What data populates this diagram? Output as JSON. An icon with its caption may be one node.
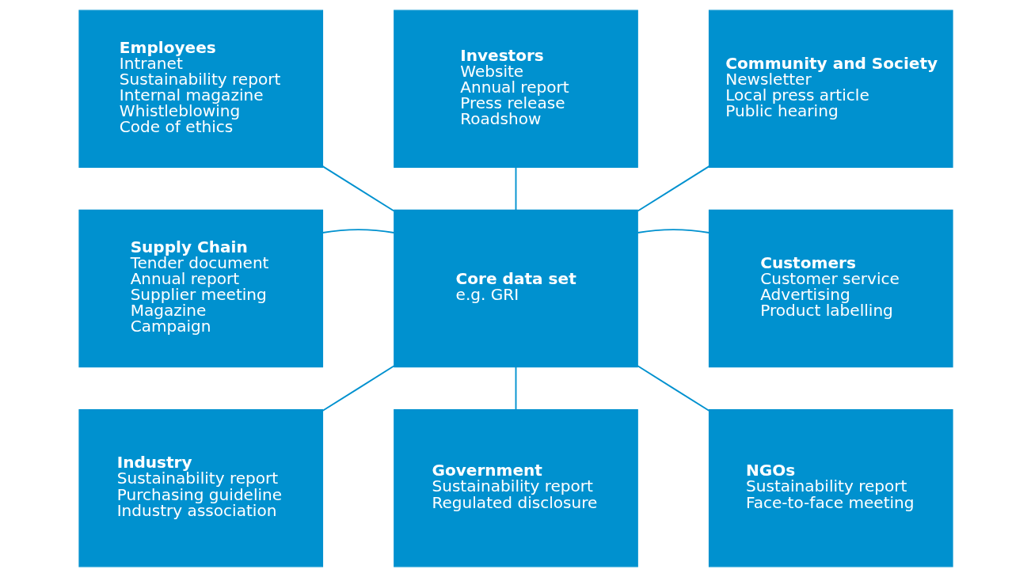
{
  "diagram": {
    "nodes": [
      {
        "text": [
          "Employees",
          "Intranet",
          "Sustainability report",
          "Internal magazine",
          "Whistleblowing",
          "Code of ethics"
        ]
      },
      {
        "text": [
          "Investors",
          "Website",
          "Annual report",
          "Press release",
          "Roadshow"
        ]
      },
      {
        "text": [
          "Community and Society",
          "Newsletter",
          "Local press article",
          "Public hearing"
        ]
      },
      {
        "text": [
          "Supply Chain",
          "Tender document",
          "Annual report",
          "Supplier meeting",
          "Magazine",
          "Campaign"
        ]
      },
      {
        "text": [
          "Core data set",
          "e.g. GRI"
        ]
      },
      {
        "text": [
          "Customers",
          "Customer service",
          "Advertising",
          "Product labelling"
        ]
      },
      {
        "text": [
          "Industry",
          "Sustainability report",
          "Purchasing guideline",
          "Industry association"
        ]
      },
      {
        "text": [
          "Government",
          "Sustainability report",
          "Regulated disclosure"
        ]
      },
      {
        "text": [
          "NGOs",
          "Sustainability report",
          "Face-to-face meeting"
        ]
      }
    ],
    "edges": [
      {
        "from": 0,
        "to": 4,
        "arrow": "none"
      },
      {
        "from": 1,
        "to": 4,
        "arrow": "none"
      },
      {
        "from": 2,
        "to": 4,
        "arrow": "none"
      },
      {
        "from": 3,
        "to": 4,
        "arrow": "none"
      },
      {
        "from": 4,
        "to": 5,
        "arrow": "none"
      },
      {
        "from": 4,
        "to": 6,
        "arrow": "none"
      },
      {
        "from": 4,
        "to": 7,
        "arrow": "none"
      },
      {
        "from": 4,
        "to": 8,
        "arrow": "none"
      }
    ]
  }
}
